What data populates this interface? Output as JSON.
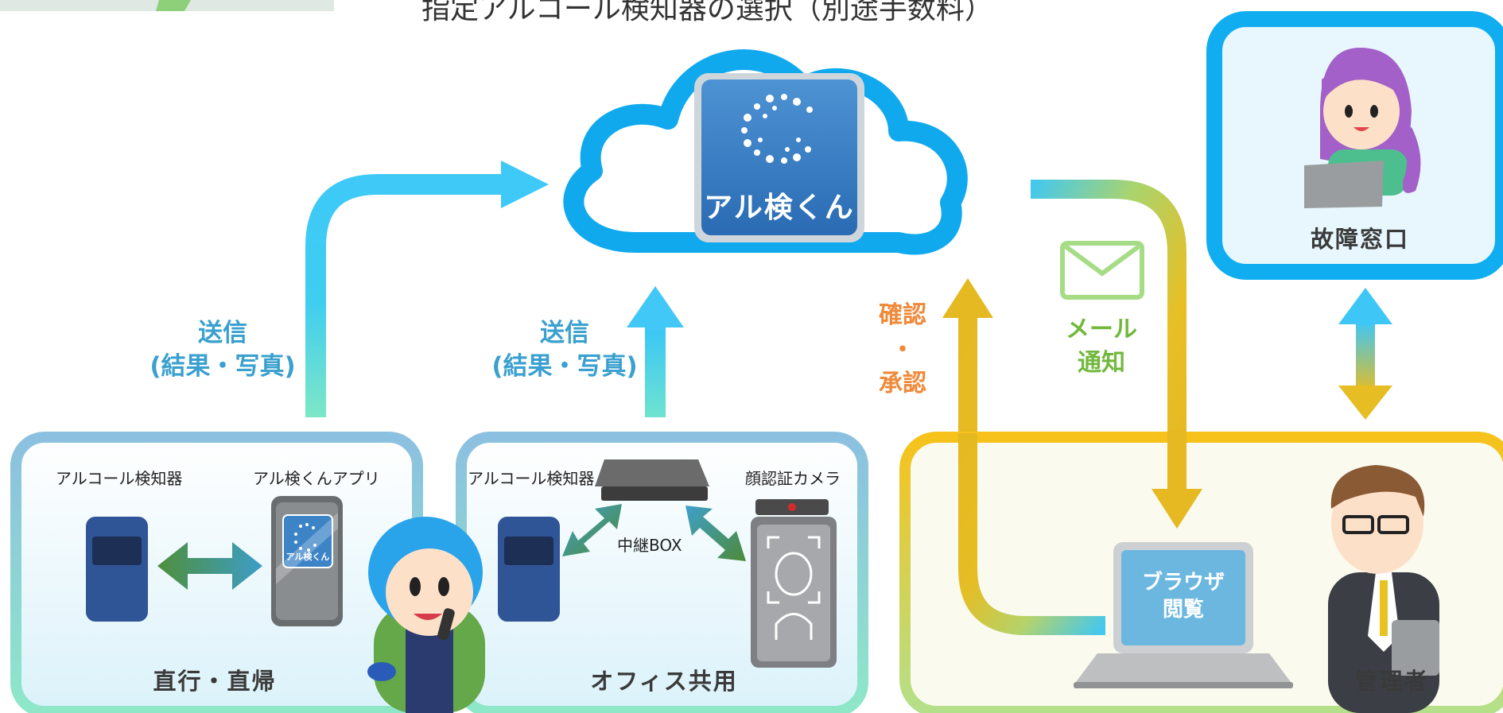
{
  "caption": "指定アルコール検知器の選択（別途手数料）",
  "service": {
    "name": "アル検くん"
  },
  "left_send": {
    "line1": "送信",
    "line2": "(結果・写真)"
  },
  "mid_send": {
    "line1": "送信",
    "line2": "(結果・写真)"
  },
  "confirm": {
    "line1": "確認",
    "line2": "・",
    "line3": "承認"
  },
  "mail": {
    "line1": "メール",
    "line2": "通知"
  },
  "panel_direct": {
    "title": "直行・直帰",
    "detector_label": "アルコール検知器",
    "app_label": "アル検くんアプリ",
    "phone_screen": "アル検くん"
  },
  "panel_office": {
    "title": "オフィス共用",
    "detector_label": "アルコール検知器",
    "relay_label": "中継BOX",
    "camera_label": "顔認証カメラ"
  },
  "panel_admin": {
    "title": "管理者",
    "laptop_text_1": "ブラウザ",
    "laptop_text_2": "閲覧"
  },
  "support": {
    "title": "故障窓口"
  },
  "colors": {
    "cyan": "#3fc6f3",
    "gold": "#e8b923",
    "panel_blue": "#8fc3e1",
    "panel_yellow": "#f5c21b",
    "support_blue": "#10aef0"
  }
}
